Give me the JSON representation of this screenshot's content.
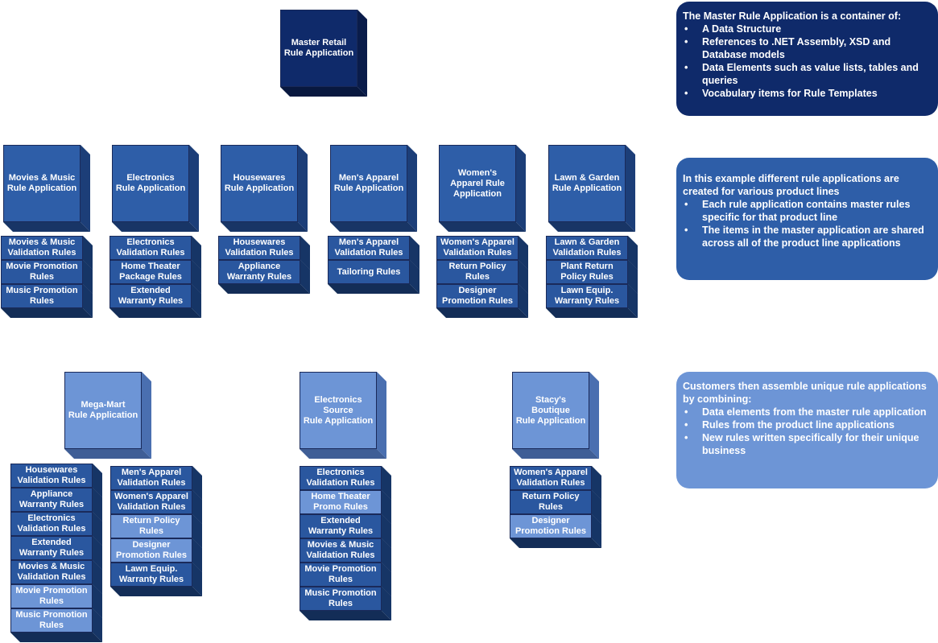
{
  "master": {
    "label": "Master Retail\nRule Application"
  },
  "product_lines": [
    {
      "title": "Movies & Music\nRule Application",
      "rules": [
        "Movies & Music\nValidation Rules",
        "Movie Promotion\nRules",
        "Music Promotion\nRules"
      ]
    },
    {
      "title": "Electronics\nRule Application",
      "rules": [
        "Electronics\nValidation Rules",
        "Home Theater\nPackage Rules",
        "Extended\nWarranty Rules"
      ]
    },
    {
      "title": "Housewares\nRule Application",
      "rules": [
        "Housewares\nValidation Rules",
        "Appliance\nWarranty Rules"
      ]
    },
    {
      "title": "Men's Apparel\nRule Application",
      "rules": [
        "Men's Apparel\nValidation Rules",
        "Tailoring Rules"
      ]
    },
    {
      "title": "Women's\nApparel Rule\nApplication",
      "rules": [
        "Women's Apparel\nValidation Rules",
        "Return Policy\nRules",
        "Designer\nPromotion Rules"
      ]
    },
    {
      "title": "Lawn & Garden\nRule Application",
      "rules": [
        "Lawn & Garden\nValidation Rules",
        "Plant Return\nPolicy Rules",
        "Lawn Equip.\nWarranty Rules"
      ]
    }
  ],
  "customers": [
    {
      "title": "Mega-Mart\nRule Application",
      "stacks": [
        [
          {
            "label": "Housewares\nValidation Rules",
            "new": false
          },
          {
            "label": "Appliance\nWarranty Rules",
            "new": false
          },
          {
            "label": "Electronics\nValidation Rules",
            "new": false
          },
          {
            "label": "Extended\nWarranty Rules",
            "new": false
          },
          {
            "label": "Movies & Music\nValidation Rules",
            "new": false
          },
          {
            "label": "Movie Promotion\nRules",
            "new": true
          },
          {
            "label": "Music Promotion\nRules",
            "new": true
          }
        ],
        [
          {
            "label": "Men's Apparel\nValidation Rules",
            "new": false
          },
          {
            "label": "Women's Apparel\nValidation Rules",
            "new": false
          },
          {
            "label": "Return Policy\nRules",
            "new": true
          },
          {
            "label": "Designer\nPromotion Rules",
            "new": true
          },
          {
            "label": "Lawn Equip.\nWarranty Rules",
            "new": false
          }
        ]
      ]
    },
    {
      "title": "Electronics\nSource\nRule Application",
      "stacks": [
        [
          {
            "label": "Electronics\nValidation Rules",
            "new": false
          },
          {
            "label": "Home Theater\nPromo Rules",
            "new": true
          },
          {
            "label": "Extended\nWarranty Rules",
            "new": false
          },
          {
            "label": "Movies & Music\nValidation Rules",
            "new": false
          },
          {
            "label": "Movie Promotion\nRules",
            "new": false
          },
          {
            "label": "Music Promotion\nRules",
            "new": false
          }
        ]
      ]
    },
    {
      "title": "Stacy's\nBoutique\nRule Application",
      "stacks": [
        [
          {
            "label": "Women's Apparel\nValidation Rules",
            "new": false
          },
          {
            "label": "Return Policy\nRules",
            "new": false
          },
          {
            "label": "Designer\nPromotion Rules",
            "new": true
          }
        ]
      ]
    }
  ],
  "callouts": [
    {
      "intro": "The Master Rule Application is a container of:",
      "bullets": [
        "A Data Structure",
        "References to .NET Assembly, XSD and Database models",
        "Data Elements such as value lists, tables and queries",
        "Vocabulary items for Rule Templates"
      ],
      "color": "#0f2a6a"
    },
    {
      "intro": "In this example different rule applications are created for various product lines",
      "bullets": [
        "Each rule application contains master rules specific for that product line",
        "The items in the master application are shared across all of the product line applications"
      ],
      "color": "#2e5ea8"
    },
    {
      "intro": "Customers then assemble unique rule applications by combining:",
      "bullets": [
        "Data elements from the master rule application",
        "Rules from the product line applications",
        "New rules written specifically for their unique business"
      ],
      "color": "#6d95d6"
    }
  ],
  "colors": {
    "master_front": "#0f2a6a",
    "master_side": "#0a1c4a",
    "line_front": "#2e5ea8",
    "line_side": "#1c3e78",
    "rule_front": "#2a579f",
    "rule_side": "#163566",
    "cust_front": "#6d95d6",
    "cust_side": "#4a6fb0",
    "new_rule_front": "#6d95d6"
  }
}
